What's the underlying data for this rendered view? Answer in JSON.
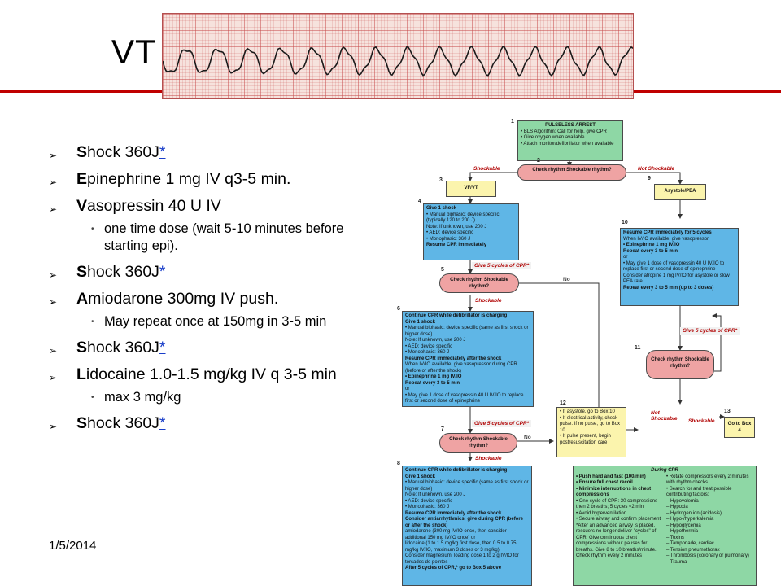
{
  "title": "VT",
  "bullets": [
    {
      "first": "S",
      "rest": "hock 360J",
      "link": "*",
      "sub": []
    },
    {
      "first": "E",
      "rest": "pinephrine 1 mg IV q3-5 min.",
      "link": "",
      "sub": []
    },
    {
      "first": "V",
      "rest": "asopressin 40 U IV",
      "link": "",
      "sub": [
        {
          "u": "one time dose",
          "t": " (wait 5-10 minutes before starting epi)."
        }
      ]
    },
    {
      "first": "S",
      "rest": "hock 360J",
      "link": "*",
      "sub": []
    },
    {
      "first": "A",
      "rest": "miodarone 300mg IV push.",
      "link": "",
      "sub": [
        {
          "u": "",
          "t": "May repeat once at 150mg in 3-5 min"
        }
      ]
    },
    {
      "first": "S",
      "rest": "hock 360J",
      "link": "*",
      "sub": []
    },
    {
      "first": "L",
      "rest": "idocaine 1.0-1.5 mg/kg IV q 3-5 min",
      "link": "",
      "sub": [
        {
          "u": "",
          "t": "max 3 mg/kg"
        }
      ]
    },
    {
      "first": "S",
      "rest": "hock 360J",
      "link": "*",
      "sub": []
    }
  ],
  "footer": {
    "date": "1/5/2014"
  },
  "flow": {
    "box1": {
      "num": "1",
      "title": "PULSELESS ARREST",
      "lines": [
        "• BLS Algorithm: Call for help, give CPR",
        "• Give oxygen when available",
        "• Attach monitor/defibrillator when available"
      ]
    },
    "box2": {
      "num": "2",
      "text": "Check rhythm Shockable rhythm?"
    },
    "shockable": "Shockable",
    "not_shockable": "Not Shockable",
    "box3": {
      "num": "3",
      "text": "VF/VT"
    },
    "box9": {
      "num": "9",
      "text": "Asystole/PEA"
    },
    "box4": {
      "num": "4",
      "lines": [
        "Give 1 shock",
        "• Manual biphasic: device specific (typically 120 to 200 J)",
        "Note: If unknown, use 200 J",
        "• AED: device specific",
        "• Monophasic: 360 J",
        "Resume CPR immediately"
      ]
    },
    "box10": {
      "num": "10",
      "lines": [
        "Resume CPR immediately for 5 cycles",
        "When IV/IO available, give vasopressor",
        "• Epinephrine 1 mg IV/IO",
        "Repeat every 3 to 5 min",
        "or",
        "• May give 1 dose of vasopressin 40 U IV/IO to replace first or second dose of epinephrine",
        "Consider atropine 1 mg IV/IO for asystole or slow PEA rate",
        "Repeat every 3 to 5 min (up to 3 doses)"
      ]
    },
    "cpr5": "Give 5 cycles of CPR*",
    "box5": {
      "num": "5",
      "text": "Check rhythm Shockable rhythm?"
    },
    "no": "No",
    "box6": {
      "num": "6",
      "lines": [
        "Continue CPR while defibrillator is charging",
        "Give 1 shock",
        "• Manual biphasic: device specific (same as first shock or higher dose)",
        "Note: If unknown, use 200 J",
        "• AED: device specific",
        "• Monophasic: 360 J",
        "Resume CPR immediately after the shock",
        "When IV/IO available, give vasopressor during CPR (before or after the shock)",
        "• Epinephrine 1 mg IV/IO",
        "Repeat every 3 to 5 min",
        "or",
        "• May give 1 dose of vasopressin 40 U IV/IO to replace first or second dose of epinephrine"
      ]
    },
    "box11": {
      "num": "11",
      "text": "Check rhythm Shockable rhythm?"
    },
    "box12": {
      "num": "12",
      "lines": [
        "• If asystole, go to Box 10",
        "• If electrical activity, check pulse. If no pulse, go to Box 10",
        "• If pulse present, begin postresuscitation care"
      ]
    },
    "box13": {
      "num": "13",
      "text": "Go to Box 4"
    },
    "box7": {
      "num": "7",
      "text": "Check rhythm Shockable rhythm?"
    },
    "box8": {
      "num": "8",
      "lines": [
        "Continue CPR while defibrillator is charging",
        "Give 1 shock",
        "• Manual biphasic: device specific (same as first shock or higher dose)",
        "Note: If unknown, use 200 J",
        "• AED: device specific",
        "• Monophasic: 360 J",
        "Resume CPR immediately after the shock",
        "Consider antiarrhythmics; give during CPR (before or after the shock)",
        "amiodarone (300 mg IV/IO once, then consider additional 150 mg IV/IO once) or",
        "lidocaine (1 to 1.5 mg/kg first dose, then 0.5 to 0.75 mg/kg IV/IO, maximum 3 doses or 3 mg/kg)",
        "Consider magnesium, loading dose 1 to 2 g IV/IO for torsades de pointes",
        "After 5 cycles of CPR,* go to Box 5 above"
      ]
    },
    "during": {
      "title": "During CPR",
      "left": [
        "• Push hard and fast (100/min)",
        "• Ensure full chest recoil",
        "• Minimize interruptions in chest compressions",
        "• One cycle of CPR: 30 compressions then 2 breaths; 5 cycles ≈2 min",
        "• Avoid hyperventilation",
        "• Secure airway and confirm placement",
        "*After an advanced airway is placed, rescuers no longer deliver \"cycles\" of CPR. Give continuous chest compressions without pauses for breaths. Give 8 to 10 breaths/minute. Check rhythm every 2 minutes"
      ],
      "right": [
        "• Rotate compressors every 2 minutes with rhythm checks",
        "• Search for and treat possible contributing factors:",
        "– Hypovolemia",
        "– Hypoxia",
        "– Hydrogen ion (acidosis)",
        "– Hypo-/hyperkalemia",
        "– Hypoglycemia",
        "– Hypothermia",
        "– Toxins",
        "– Tamponade, cardiac",
        "– Tension pneumothorax",
        "– Thrombosis (coronary or pulmonary)",
        "– Trauma"
      ]
    }
  }
}
